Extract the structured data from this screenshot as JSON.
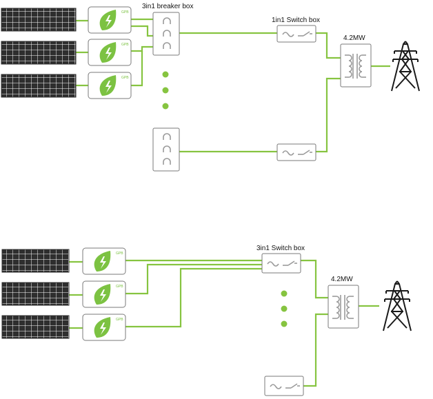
{
  "diagram": {
    "top": {
      "breaker_label": "3in1 breaker box",
      "switch_label": "1in1 Switch box",
      "transformer_label": "4.2MW"
    },
    "bottom": {
      "switch_label": "3in1 Switch box",
      "transformer_label": "4.2MW"
    },
    "inverter_logo_text": "GPB",
    "icons": [
      "solar-panel-icon",
      "inverter-leaf-icon",
      "breaker-icon",
      "switch-icon",
      "transformer-icon",
      "transmission-tower-icon",
      "ellipsis-dot-icon"
    ],
    "colors": {
      "wire": "#86c440",
      "leaf": "#7cc242",
      "panel": "#2e2e2e",
      "panel_grid": "#ffffff",
      "box_stroke": "#7a7a7a",
      "symbol": "#9a9a9a",
      "tower": "#1a1a1a"
    }
  }
}
